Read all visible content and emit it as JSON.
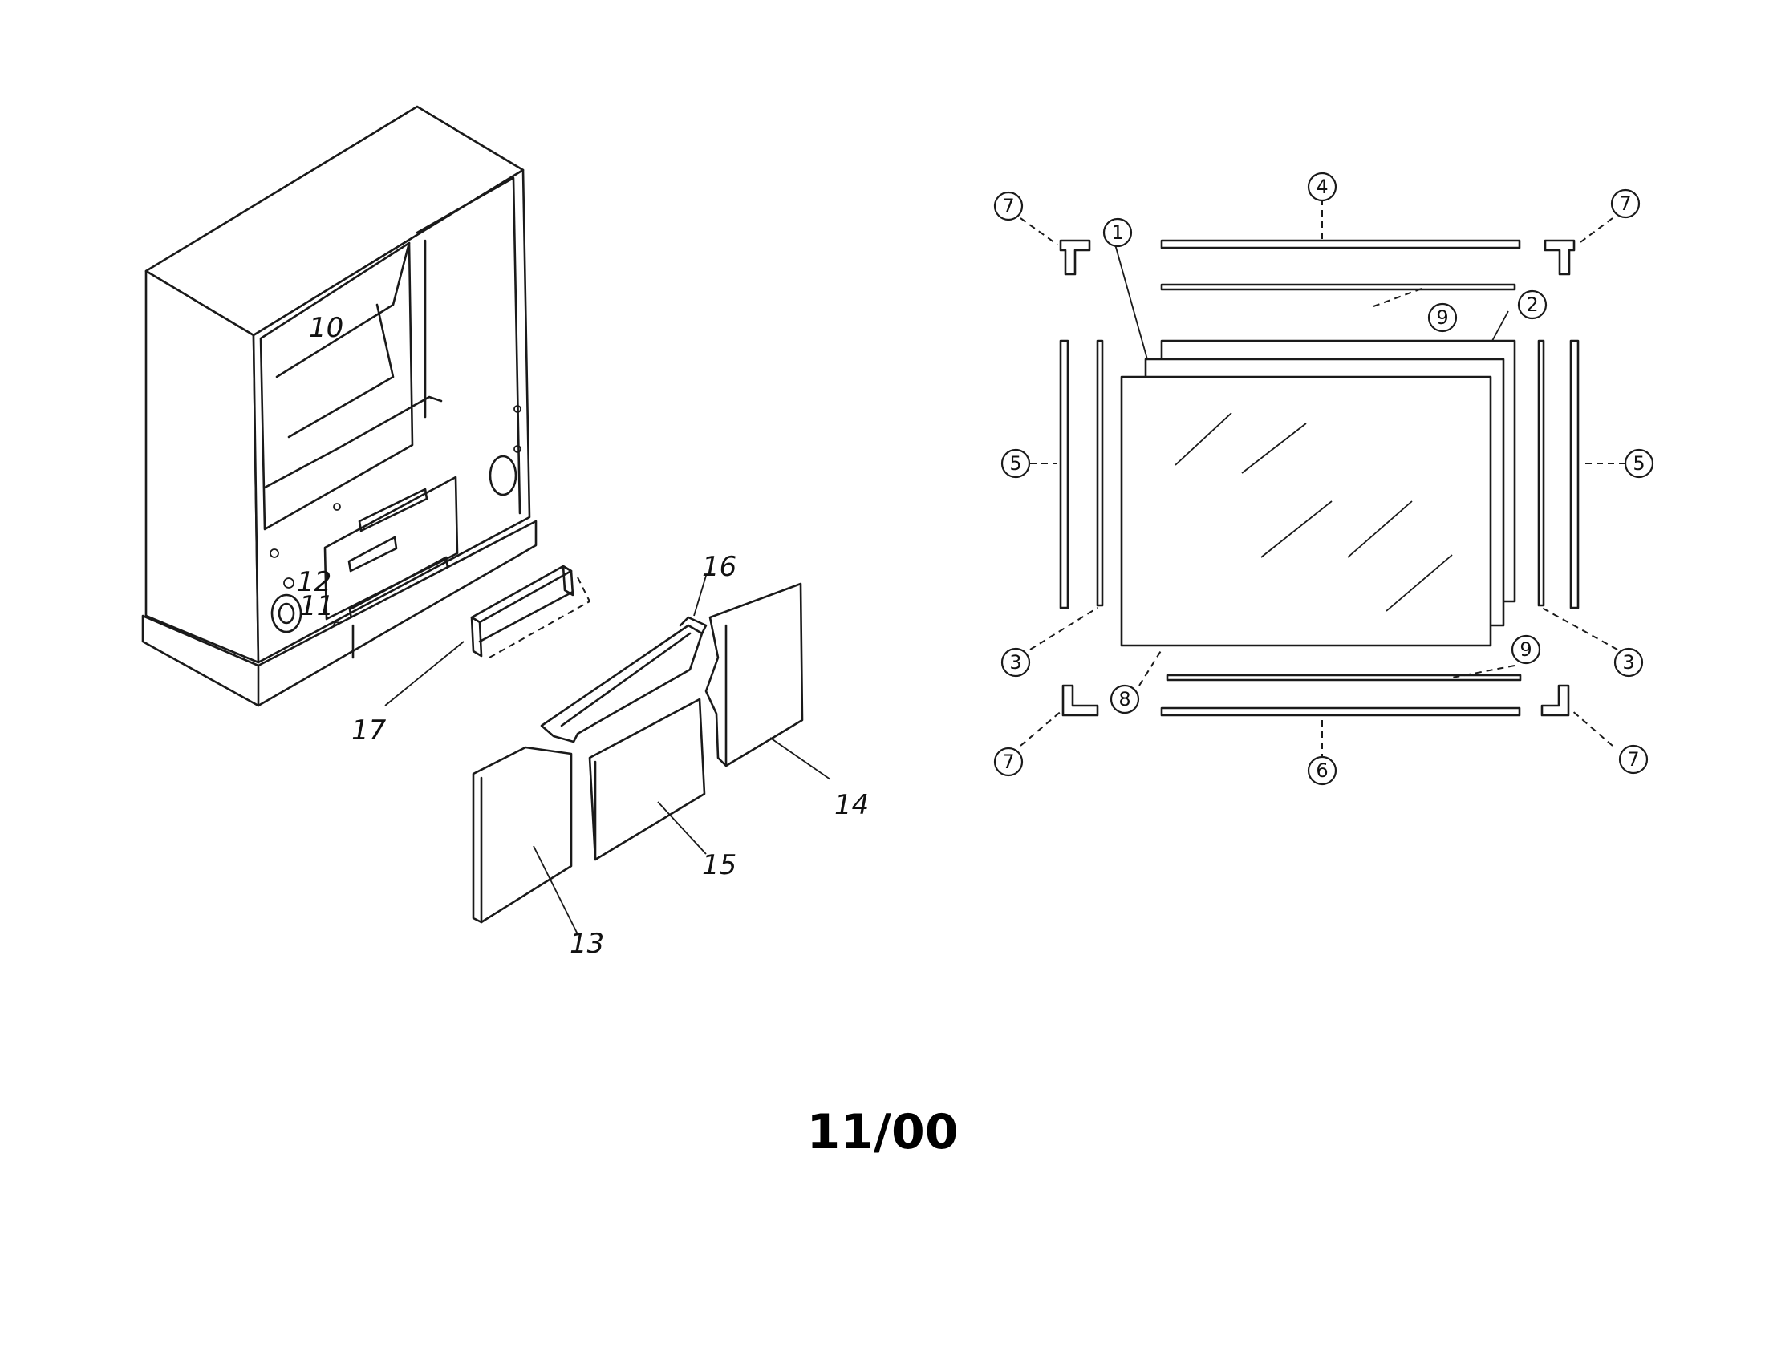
{
  "left_callouts": {
    "c10": "10",
    "c11": "11",
    "c12": "12",
    "c13": "13",
    "c14": "14",
    "c15": "15",
    "c16": "16",
    "c17": "17"
  },
  "right_callouts": {
    "c1": "1",
    "c2": "2",
    "c3a": "3",
    "c3b": "3",
    "c4": "4",
    "c5a": "5",
    "c5b": "5",
    "c6": "6",
    "c7a": "7",
    "c7b": "7",
    "c7c": "7",
    "c7d": "7",
    "c8": "8",
    "c9a": "9",
    "c9b": "9"
  },
  "date_code": "11/00"
}
